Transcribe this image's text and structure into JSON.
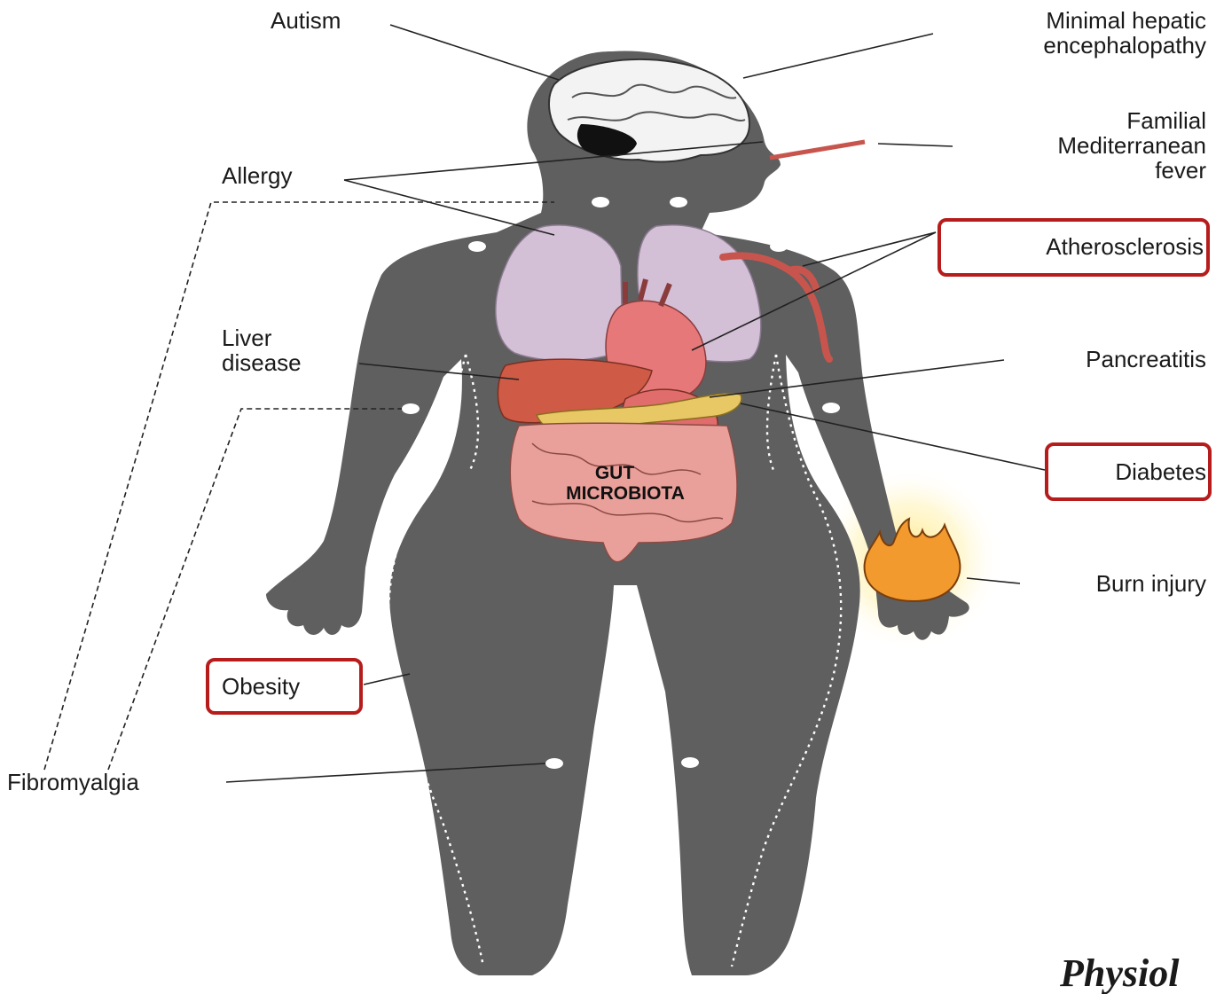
{
  "labels": {
    "autism": "Autism",
    "hepatic_1": "Minimal hepatic",
    "hepatic_2": "encephalopathy",
    "fmf_1": "Familial",
    "fmf_2": "Mediterranean",
    "fmf_3": "fever",
    "allergy": "Allergy",
    "atherosclerosis": "Atherosclerosis",
    "liver_1": "Liver",
    "liver_2": "disease",
    "pancreatitis": "Pancreatitis",
    "diabetes": "Diabetes",
    "burn": "Burn injury",
    "obesity": "Obesity",
    "fibromyalgia": "Fibromyalgia",
    "gut_1": "GUT",
    "gut_2": "MICROBIOTA"
  },
  "highlighted": [
    "Atherosclerosis",
    "Diabetes",
    "Obesity"
  ],
  "watermark": "Physiol",
  "colors": {
    "body": "#5f5f5f",
    "highlight_box": "#b71c1c",
    "lungs": "#d3bfd6",
    "heart": "#e6787a",
    "liver": "#cf5a45",
    "pancreas": "#e8c765",
    "intestine": "#eaa09a",
    "stomach": "#e06c6c",
    "artery": "#c8554d",
    "flame": "#f39a2e",
    "brain": "#f3f3f3"
  }
}
